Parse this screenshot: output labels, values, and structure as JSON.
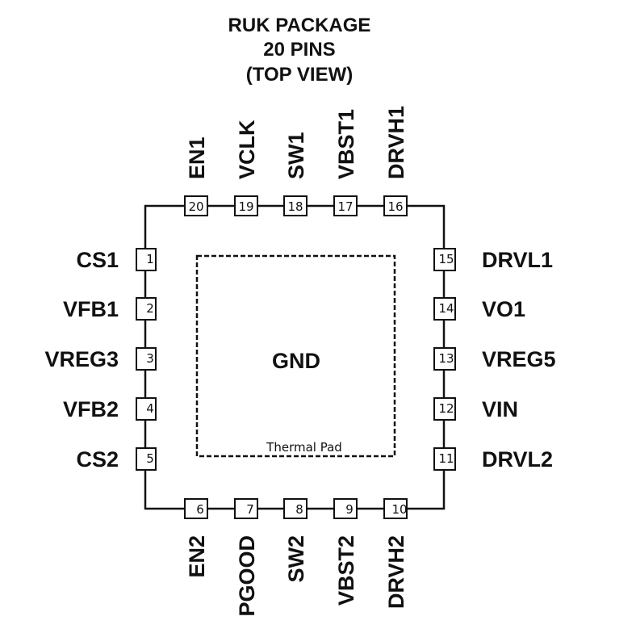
{
  "title": [
    "RUK PACKAGE",
    "20 PINS",
    "(TOP VIEW)"
  ],
  "center_label": "GND",
  "thermal_pad_label": "Thermal Pad",
  "pins": {
    "left": [
      {
        "num": "1",
        "name": "CS1"
      },
      {
        "num": "2",
        "name": "VFB1"
      },
      {
        "num": "3",
        "name": "VREG3"
      },
      {
        "num": "4",
        "name": "VFB2"
      },
      {
        "num": "5",
        "name": "CS2"
      }
    ],
    "right": [
      {
        "num": "15",
        "name": "DRVL1"
      },
      {
        "num": "14",
        "name": "VO1"
      },
      {
        "num": "13",
        "name": "VREG5"
      },
      {
        "num": "12",
        "name": "VIN"
      },
      {
        "num": "11",
        "name": "DRVL2"
      }
    ],
    "top": [
      {
        "num": "20",
        "name": "EN1"
      },
      {
        "num": "19",
        "name": "VCLK"
      },
      {
        "num": "18",
        "name": "SW1"
      },
      {
        "num": "17",
        "name": "VBST1"
      },
      {
        "num": "16",
        "name": "DRVH1"
      }
    ],
    "bottom": [
      {
        "num": "6",
        "name": "EN2"
      },
      {
        "num": "7",
        "name": "PGOOD"
      },
      {
        "num": "8",
        "name": "SW2"
      },
      {
        "num": "9",
        "name": "VBST2"
      },
      {
        "num": "10",
        "name": "DRVH2"
      }
    ]
  }
}
